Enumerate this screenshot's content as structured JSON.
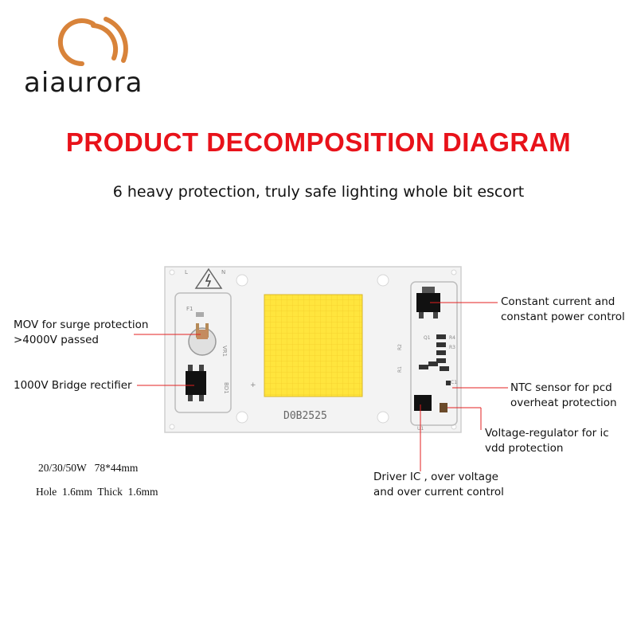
{
  "brand": {
    "name": "aiaurora",
    "accent": "#d8833a"
  },
  "title": "PRODUCT DECOMPOSITION DIAGRAM",
  "subtitle": "6 heavy protection, truly safe lighting whole bit escort",
  "board": {
    "chip_label": "D0B2525",
    "silk": {
      "l": "L",
      "n": "N",
      "f1": "F1",
      "vr1": "VR1",
      "bd1": "BD1",
      "r2": "R2",
      "r1": "R1",
      "u1": "U1",
      "q1": "Q1",
      "r4": "R4",
      "r3": "R3",
      "c1": "C1",
      "plus": "+"
    },
    "colors": {
      "pcb": "#f4f4f4",
      "led": "#ffe23a",
      "chip": "#111111"
    }
  },
  "callouts": {
    "mov_line1": "MOV for surge protection",
    "mov_line2": ">4000V passed",
    "bridge": "1000V Bridge rectifier",
    "cc_line1": "Constant current and",
    "cc_line2": "constant power control",
    "ntc_line1": "NTC sensor for pcd",
    "ntc_line2": "overheat protection",
    "vreg_line1": "Voltage-regulator for ic",
    "vreg_line2": "vdd protection",
    "driver_line1": "Driver IC , over voltage",
    "driver_line2": "and over current control"
  },
  "specs": {
    "line1": "20/30/50W   78*44mm",
    "line2": "Hole  1.6mm  Thick  1.6mm"
  },
  "line_color": "#e32020"
}
